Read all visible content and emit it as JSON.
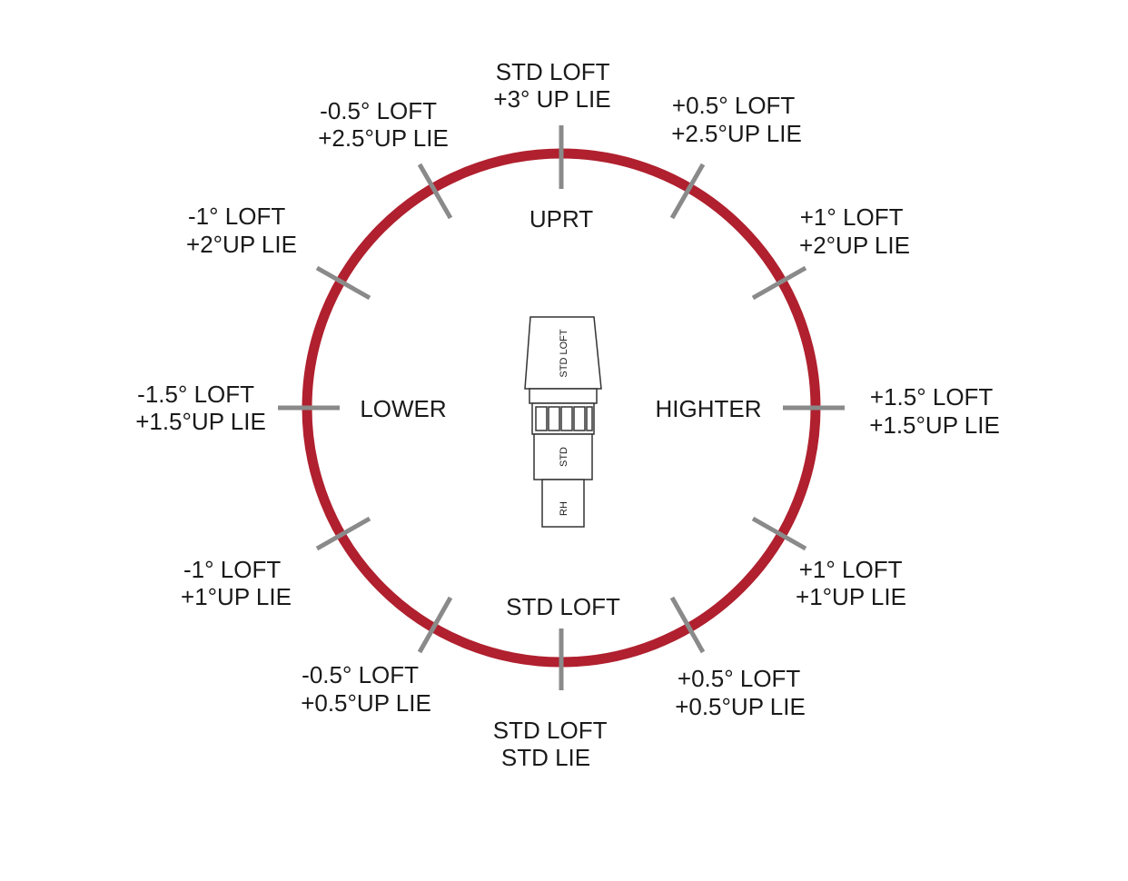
{
  "colors": {
    "ring": "#b0202e",
    "tick": "#8a8a8a",
    "text": "#1a1a1a"
  },
  "positions": [
    {
      "id": "top",
      "line1": "STD  LOFT",
      "line2": "+3° UP LIE"
    },
    {
      "id": "top-right",
      "line1": "+0.5°  LOFT",
      "line2": "+2.5°UP LIE"
    },
    {
      "id": "right-upper",
      "line1": "+1°  LOFT",
      "line2": "+2°UP LIE"
    },
    {
      "id": "right",
      "line1": "+1.5°  LOFT",
      "line2": "+1.5°UP LIE"
    },
    {
      "id": "right-lower",
      "line1": "+1°  LOFT",
      "line2": "+1°UP LIE"
    },
    {
      "id": "bottom-right",
      "line1": "+0.5°  LOFT",
      "line2": "+0.5°UP LIE"
    },
    {
      "id": "bottom",
      "line1": "STD LOFT",
      "line2": "STD LIE"
    },
    {
      "id": "bottom-left",
      "line1": "-0.5°  LOFT",
      "line2": "+0.5°UP LIE"
    },
    {
      "id": "left-lower",
      "line1": "-1°  LOFT",
      "line2": "+1°UP LIE"
    },
    {
      "id": "left",
      "line1": "-1.5°  LOFT",
      "line2": "+1.5°UP LIE"
    },
    {
      "id": "left-upper",
      "line1": "-1°  LOFT",
      "line2": "+2°UP LIE"
    },
    {
      "id": "top-left",
      "line1": "-0.5°  LOFT",
      "line2": "+2.5°UP LIE"
    }
  ],
  "inner_labels": {
    "top": "UPRT",
    "left": "LOWER",
    "right": "HIGHTER",
    "bottom": "STD LOFT"
  },
  "adapter": {
    "upper_text": "STD  LOFT",
    "middle_text": "STD",
    "lower_text": "RH"
  }
}
